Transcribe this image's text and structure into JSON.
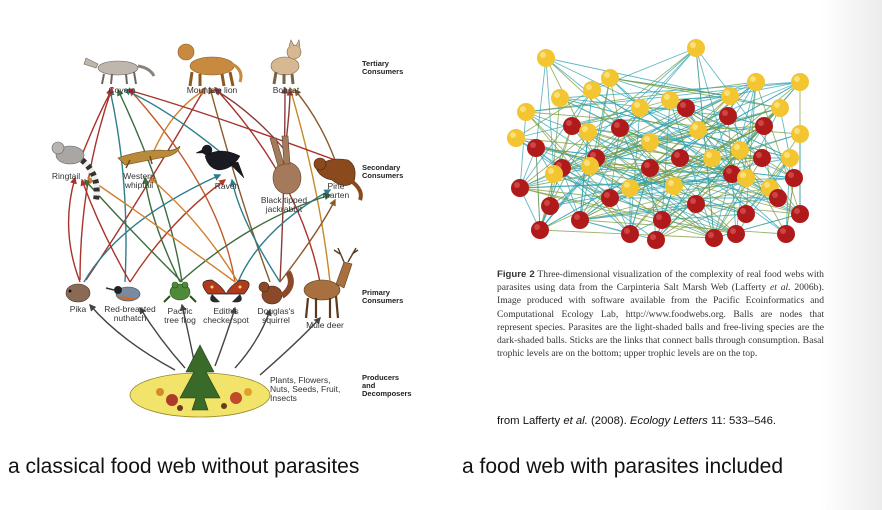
{
  "levels": {
    "tertiary": "Tertiary\nConsumers",
    "secondary": "Secondary\nConsumers",
    "primary": "Primary\nConsumers",
    "producers": "Producers\nand\nDecomposers"
  },
  "species": {
    "coyote": "Coyote",
    "mountain_lion": "Mountain lion",
    "bobcat": "Bobcat",
    "ringtail": "Ringtail",
    "whiptail": "Western\nwhiptail",
    "raven": "Raven",
    "jackrabbit": "Black tipped\njackrabbit",
    "marten": "Pine\nmarten",
    "pika": "Pika",
    "nuthatch": "Red-breasted\nnuthatch",
    "frog": "Pacific\ntree frog",
    "checkerspot": "Edith's\ncheckerspot",
    "squirrel": "Douglas's\nsquirrel",
    "deer": "Mule deer",
    "plants": "Plants, Flowers,\nNuts, Seeds, Fruit,\nInsects"
  },
  "figure": {
    "label": "Figure 2",
    "text_a": " Three-dimensional visualization of the complexity of real food webs with parasites using data from the Carpinteria Salt Marsh Web (Lafferty ",
    "etal": "et al.",
    "text_b": " 2006b). Image produced with software available from the Pacific Ecoinformatics and Computational Ecology Lab, http://www.foodwebs.org. Balls are nodes that represent species. Parasites are the light-shaded balls and free-living species are the dark-shaded balls. Sticks are the links that connect balls through consumption. Basal trophic levels are on the bottom; upper trophic levels are on the top."
  },
  "citation": {
    "author": "from Lafferty ",
    "etal": "et al.",
    "year": " (2008). ",
    "journal": "Ecology Letters",
    "ref": " 11: 533–546."
  },
  "bottom_left": "a classical food web without parasites",
  "bottom_right": "a food web with parasites included",
  "colors": {
    "parasite": "#f2c531",
    "free_living": "#b01a1a",
    "link_cyan": "#2fa3b3",
    "link_green": "#7b9a3a"
  }
}
